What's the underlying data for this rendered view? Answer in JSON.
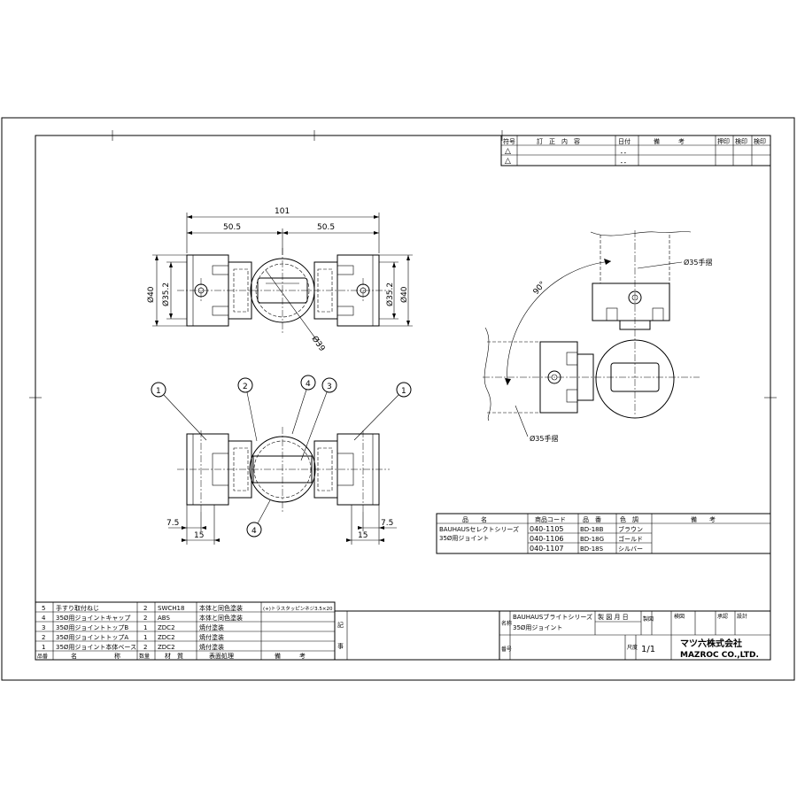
{
  "revision_table": {
    "headers": [
      "符号",
      "訂　正　内　容",
      "日付",
      "備　　　考",
      "押印",
      "検印",
      "検印"
    ],
    "rows": [
      {
        "symbol": "△",
        "date": "．．"
      },
      {
        "symbol": "△",
        "date": "．．"
      }
    ]
  },
  "dimensions": {
    "overall_width": "101",
    "left_half": "50.5",
    "right_half": "50.5",
    "dia_40_left": "Ø40",
    "dia_35_2_left": "Ø35.2",
    "dia_35_2_right": "Ø35.2",
    "dia_40_right": "Ø40",
    "dia_39": "Ø39",
    "offset_left": "7.5",
    "width_left": "15",
    "offset_right": "7.5",
    "width_right": "15"
  },
  "side_view": {
    "angle": "90°",
    "handrail_top": "Ø35手摺",
    "handrail_bottom": "Ø35手摺"
  },
  "balloons": {
    "b1_left": "1",
    "b2": "2",
    "b4_top": "4",
    "b3": "3",
    "b1_right": "1",
    "b4_bottom": "4"
  },
  "product_table": {
    "headers": [
      "品　　名",
      "商品コード",
      "品　番",
      "色　調",
      "備　　考"
    ],
    "name_line1": "BAUHAUSセレクトシリーズ",
    "name_line2": "35Ø用ジョイント",
    "rows": [
      {
        "code": "040-1105",
        "part": "BD-18B",
        "color": "ブラウン"
      },
      {
        "code": "040-1106",
        "part": "BD-18G",
        "color": "ゴールド"
      },
      {
        "code": "040-1107",
        "part": "BD-18S",
        "color": "シルバー"
      }
    ]
  },
  "parts_list": {
    "rows": [
      {
        "no": "5",
        "name": "手すり取付ねじ",
        "qty": "2",
        "material": "SWCH18",
        "finish": "本体と同色塗装",
        "note": "(+)トラスタッピンネジ3.5×20"
      },
      {
        "no": "4",
        "name": "35Ø用ジョイントキャップ",
        "qty": "2",
        "material": "ABS",
        "finish": "本体と同色塗装",
        "note": ""
      },
      {
        "no": "3",
        "name": "35Ø用ジョイントトップB",
        "qty": "1",
        "material": "ZDC2",
        "finish": "焼付塗装",
        "note": ""
      },
      {
        "no": "2",
        "name": "35Ø用ジョイントトップA",
        "qty": "1",
        "material": "ZDC2",
        "finish": "焼付塗装",
        "note": ""
      },
      {
        "no": "1",
        "name": "35Ø用ジョイント本体ベース",
        "qty": "2",
        "material": "ZDC2",
        "finish": "焼付塗装",
        "note": ""
      }
    ],
    "headers": [
      "品番",
      "名　　　　　　称",
      "数量",
      "材　質",
      "表面処理",
      "備　　　考"
    ],
    "side_label_1": "記",
    "side_label_2": "事"
  },
  "title_block": {
    "label_name": "名称",
    "name_line1": "BAUHAUSブライトシリーズ",
    "name_line2": "35Ø用ジョイント",
    "label_drawing_date": "製 図 月 日",
    "label_drawing": "製図",
    "label_check": "検図",
    "label_approve": "承認",
    "label_design": "設計",
    "label_number": "番号",
    "label_scale": "尺度",
    "scale_value": "1/1",
    "company_jp": "マツ六株式会社",
    "company_en": "MAZROC CO.,LTD."
  }
}
